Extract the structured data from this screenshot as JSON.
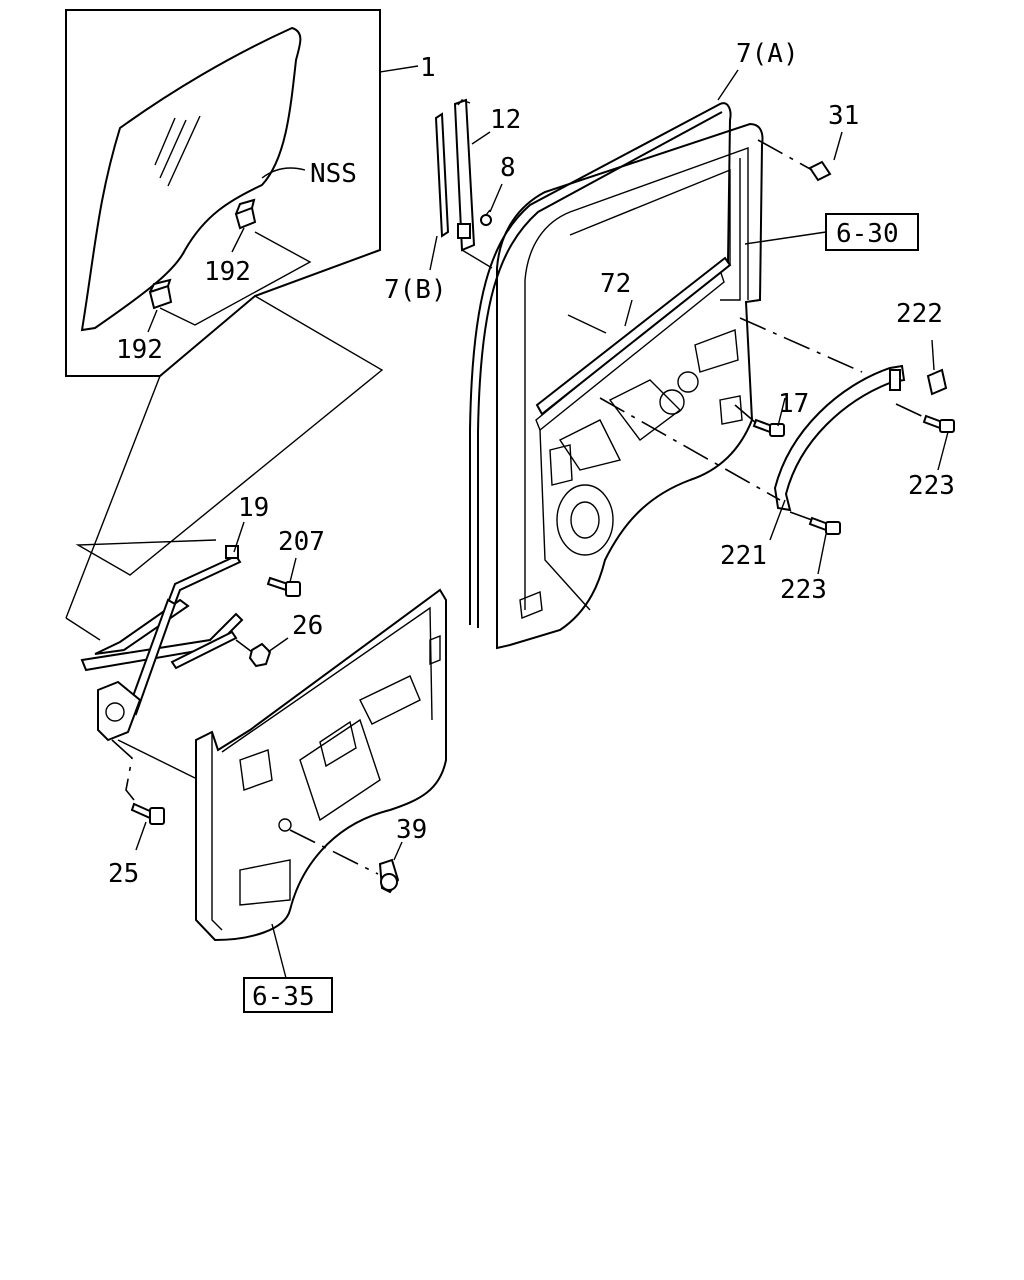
{
  "labels": {
    "glass": "1",
    "nss": "NSS",
    "glass_clip_upper": "192",
    "glass_clip_lower": "192",
    "run_a": "7(A)",
    "channel": "12",
    "screw_8": "8",
    "run_b": "7(B)",
    "clip_31": "31",
    "sash": "72",
    "trim_222": "222",
    "bolt_17": "17",
    "bolt_223_upper": "223",
    "bracket_221": "221",
    "bolt_223_lower": "223",
    "regulator": "19",
    "bolt_207": "207",
    "nut_26": "26",
    "bolt_25": "25",
    "clip_39": "39"
  },
  "refs": {
    "door_panel": "6-30",
    "door_trim": "6-35"
  }
}
